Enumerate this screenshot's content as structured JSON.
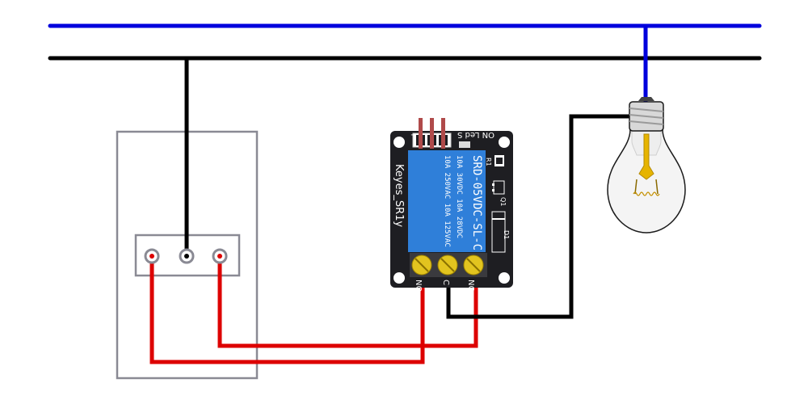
{
  "colors": {
    "live_wire": "#0000dd",
    "neutral_wire": "#000000",
    "switch_wire": "#dd0000",
    "switch_box": "#8a8a94",
    "relay_board": "#1e1e22",
    "relay_body": "#2f7fd9",
    "terminal": "#e2c41f"
  },
  "relay": {
    "board_label": "Keyes_SR1y",
    "model": "SRD-05VDC-SL-C",
    "rating_line_1": "10A 250VAC  10A 125VAC",
    "rating_line_2": "10A 30VDC  10A 28VDC",
    "terminal_no": "NO",
    "terminal_c": "C",
    "terminal_nc": "NC",
    "header_label": "ON Led S",
    "header_minus": "-",
    "r1_label": "R1",
    "q1_label": "Q1",
    "d1_label": "D1"
  },
  "icons": {
    "bulb": "light-bulb-icon",
    "switch": "wall-switch-icon",
    "relay": "relay-module-icon"
  }
}
